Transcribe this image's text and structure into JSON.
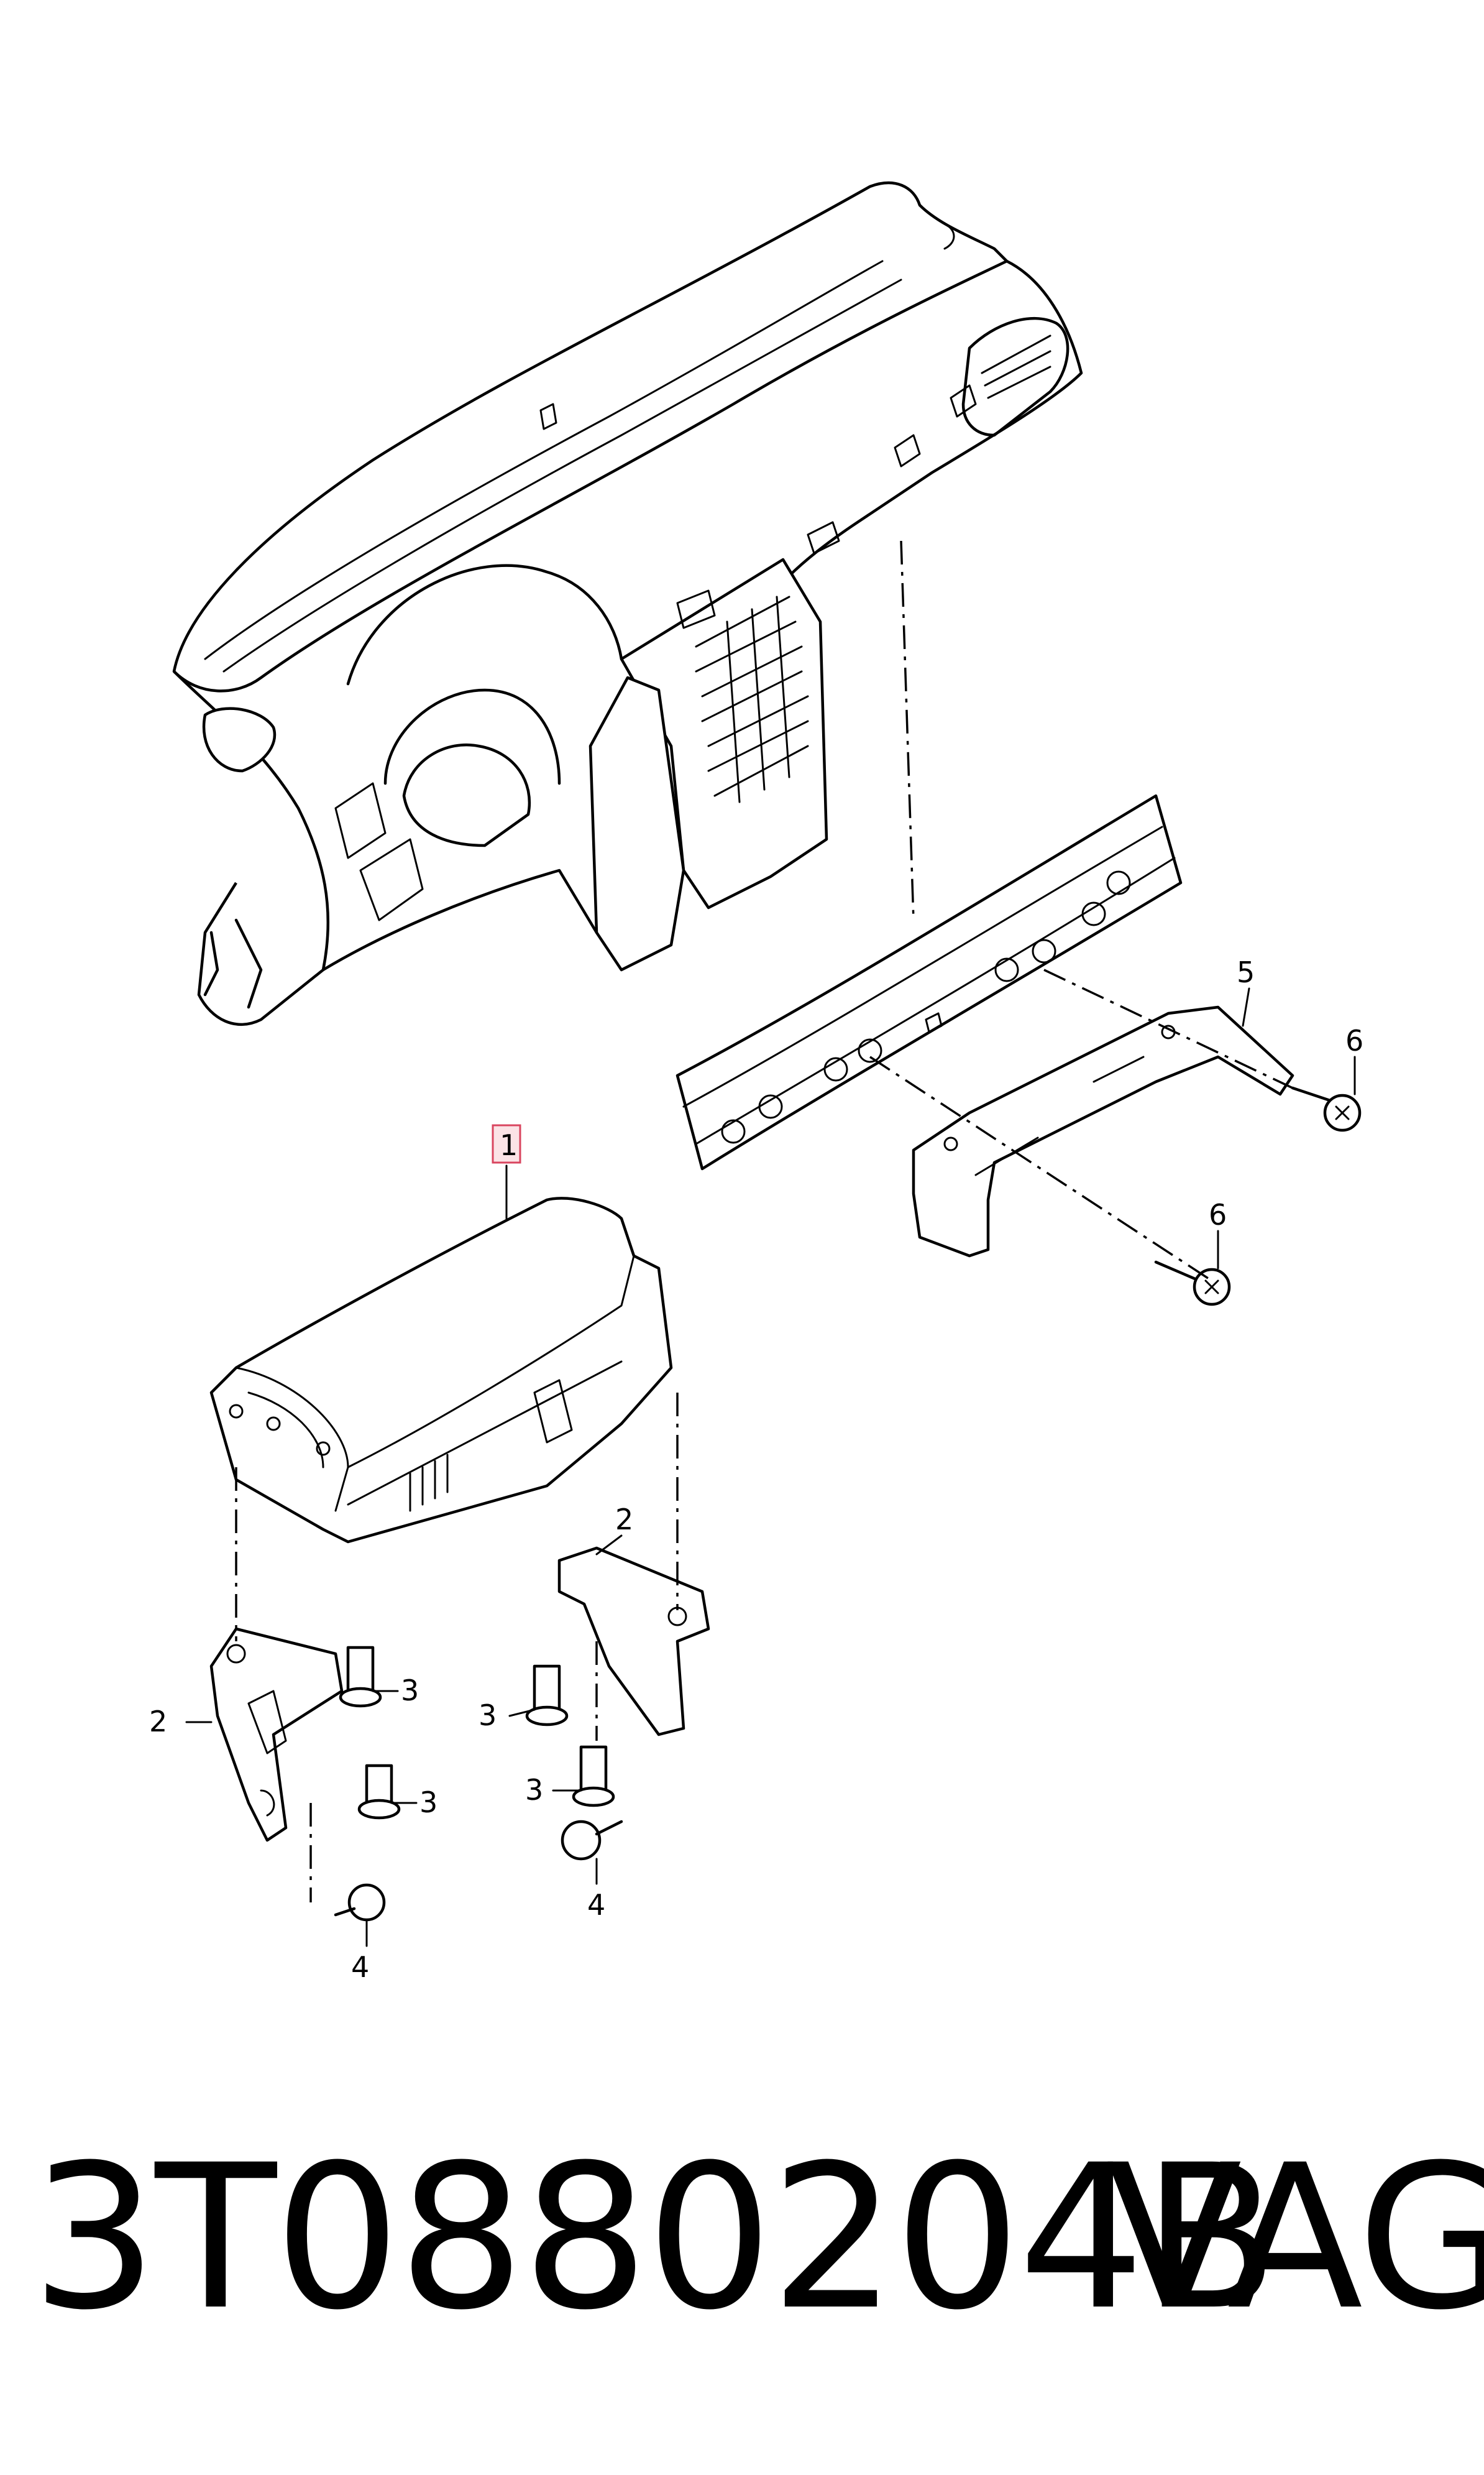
{
  "callouts": {
    "c1": "1",
    "c2a": "2",
    "c2b": "2",
    "c3a": "3",
    "c3b": "3",
    "c3c": "3",
    "c3d": "3",
    "c4a": "4",
    "c4b": "4",
    "c5": "5",
    "c6a": "6",
    "c6b": "6"
  },
  "footer": {
    "part_number": "3T0880204B",
    "brand": "VAG"
  },
  "colors": {
    "highlight_fill": "#fbe3e6",
    "highlight_stroke": "#d9455f",
    "ink": "#000000"
  }
}
